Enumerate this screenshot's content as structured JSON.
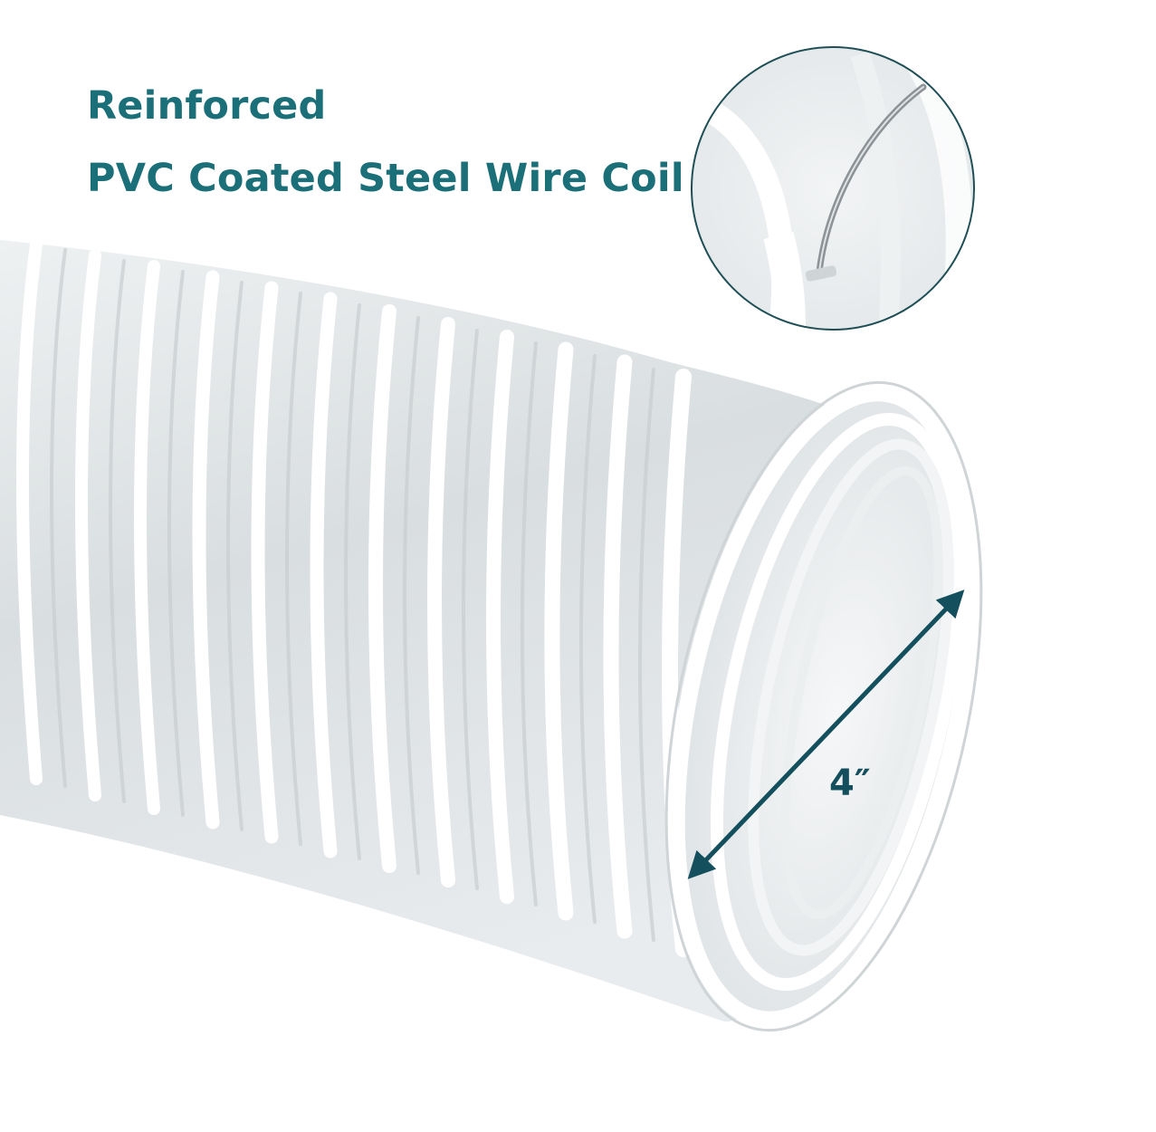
{
  "headline": {
    "line1": "Reinforced",
    "line2": "PVC Coated Steel Wire Coil"
  },
  "dimension": {
    "label": "4″"
  },
  "colors": {
    "accent": "#1b6f78",
    "arrow": "#134f5c",
    "background": "#ffffff",
    "ring": "#f7f8f9",
    "hose_shadow": "#d6dadc"
  },
  "icons": {
    "arrow_heads": "double-headed-arrow-icon"
  }
}
